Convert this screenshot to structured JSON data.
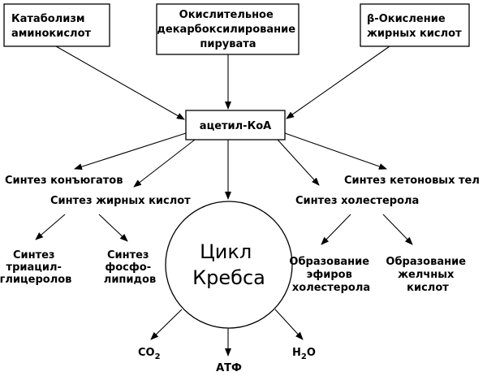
{
  "nodes": {
    "amino_acid_catabolism": [
      "Катаболизм",
      "аминокислот"
    ],
    "pyruvate_decarboxylation": [
      "Окислительное",
      "декарбоксилирование",
      "пирувата"
    ],
    "fatty_acid_beta_oxidation": [
      "β-Окисление",
      "жирных кислот"
    ],
    "acetyl_coa": "ацетил-КоА",
    "conjugate_synthesis": "Синтез конъюгатов",
    "fatty_acid_synthesis": "Синтез жирных кислот",
    "ketone_body_synthesis": "Синтез кетоновых тел",
    "cholesterol_synthesis": "Синтез холестерола",
    "triacylglycerol_synthesis": [
      "Синтез",
      "триацил-",
      "глицеролов"
    ],
    "phospholipid_synthesis": [
      "Синтез",
      "фосфо-",
      "липидов"
    ],
    "krebs_cycle": [
      "Цикл",
      "Кребса"
    ],
    "cholesterol_ester_formation": [
      "Образование",
      "эфиров",
      "холестерола"
    ],
    "bile_acid_formation": [
      "Образование",
      "желчных",
      "кислот"
    ],
    "co2": {
      "base": "CO",
      "sub": "2"
    },
    "atp": "АТФ",
    "h2o": {
      "base": "H",
      "sub": "2",
      "tail": "O"
    }
  }
}
